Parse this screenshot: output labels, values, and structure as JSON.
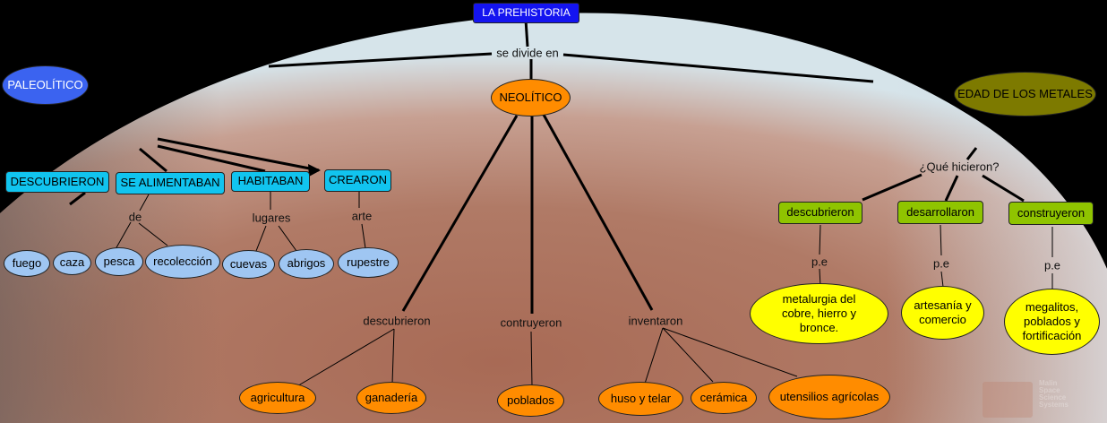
{
  "colors": {
    "root": "#1414f0",
    "paleolitico": "#3b63f0",
    "cyan": "#11c4ef",
    "light_blue": "#9fc6f2",
    "orange": "#ff8c00",
    "olive": "#7d7a00",
    "green": "#8fc400",
    "yellow": "#ffff00",
    "line": "#000000",
    "planet": "#b8806a"
  },
  "root": "LA PREHISTORIA",
  "root_link": "se divide en",
  "paleolitico": {
    "title": "PALEOLÍTICO",
    "categories": [
      "DESCUBRIERON",
      "SE ALIMENTABAN",
      "HABITABAN",
      "CREARON"
    ],
    "link_de": "de",
    "link_lugares": "lugares",
    "link_arte": "arte",
    "items": [
      "fuego",
      "caza",
      "pesca",
      "recolección",
      "cuevas",
      "abrigos",
      "rupestre"
    ]
  },
  "neolitico": {
    "title": "NEOLÍTICO",
    "links": [
      "descubrieron",
      "contruyeron",
      "inventaron"
    ],
    "items": [
      "agricultura",
      "ganadería",
      "poblados",
      "huso y telar",
      "cerámica",
      "utensilios agrícolas"
    ]
  },
  "metales": {
    "title": "EDAD DE LOS METALES",
    "question": "¿Qué hicieron?",
    "categories": [
      "descubrieron",
      "desarrollaron",
      "construyeron"
    ],
    "pe": "p.e",
    "items": [
      "metalurgia del cobre, hierro y bronce.",
      "artesanía y comercio",
      "megalitos, poblados y fortificación"
    ]
  },
  "watermark": [
    "Malin",
    "Space",
    "Science",
    "Systems"
  ]
}
